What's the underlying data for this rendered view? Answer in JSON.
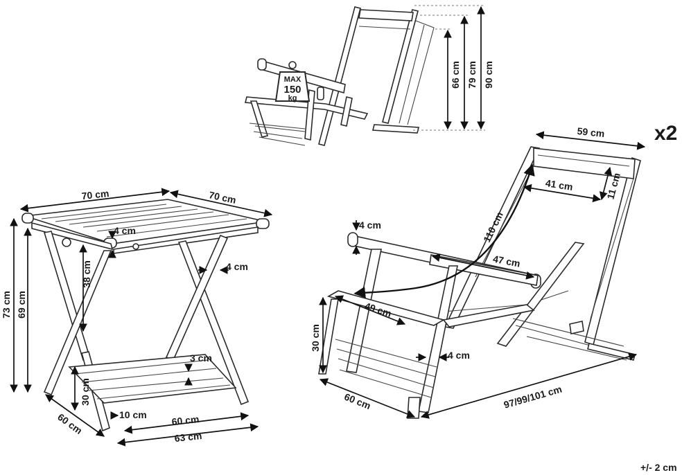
{
  "badge": {
    "max": "MAX",
    "weight": "150",
    "unit": "kg"
  },
  "quantity": "x2",
  "tolerance": "+/- 2 cm",
  "small_chair": {
    "h66": "66 cm",
    "h79": "79 cm",
    "h90": "90 cm"
  },
  "table": {
    "top_width": "70 cm",
    "top_depth": "70 cm",
    "top_thickness": "4 cm",
    "height_total": "73 cm",
    "height_top": "69 cm",
    "apron_height": "38 cm",
    "leg_width": "4 cm",
    "shelf_thickness": "3 cm",
    "shelf_height": "30 cm",
    "shelf_gap": "10 cm",
    "shelf_width": "60 cm",
    "base_depth": "60 cm",
    "base_width": "63 cm"
  },
  "chair": {
    "back_width": "59 cm",
    "headrest_width": "41 cm",
    "headrest_height": "11 cm",
    "fabric_length": "110 cm",
    "arm_thickness": "4 cm",
    "arm_length": "47 cm",
    "seat_depth": "49 cm",
    "seat_height": "30 cm",
    "frame_thickness": "4 cm",
    "width": "60 cm",
    "length": "97/99/101 cm"
  }
}
